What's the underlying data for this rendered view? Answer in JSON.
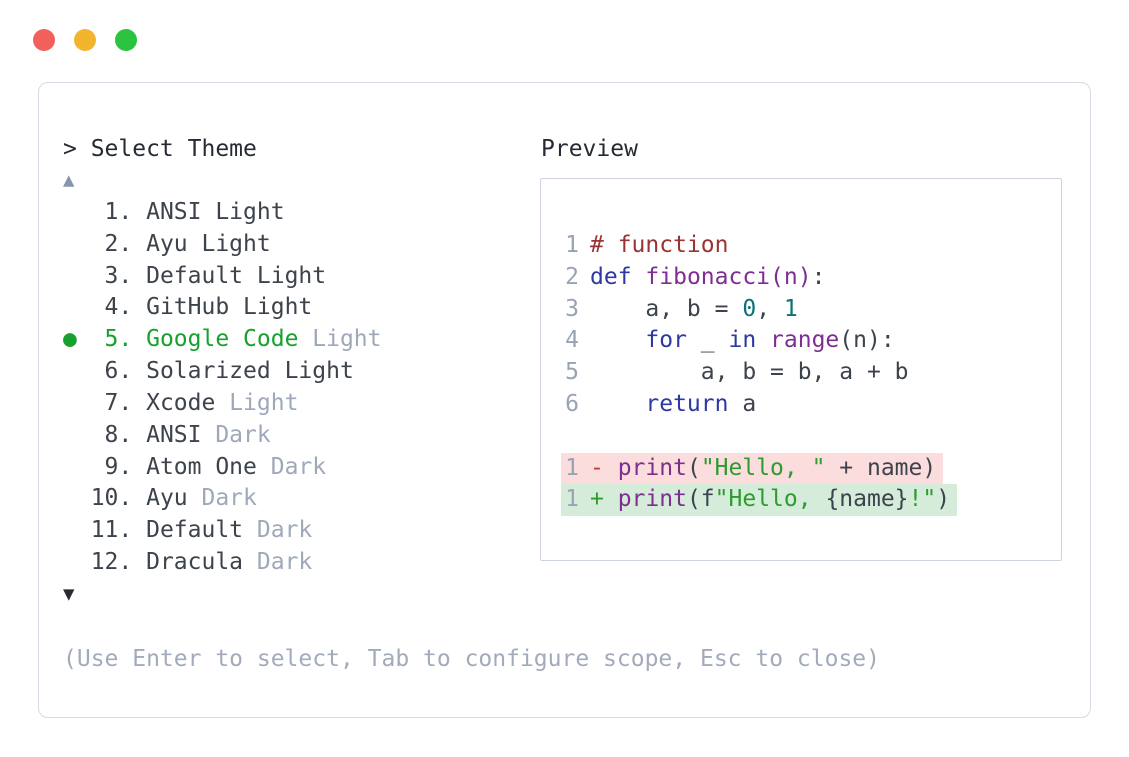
{
  "window": {
    "traffic_lights": [
      {
        "name": "close",
        "color": "#f1605b"
      },
      {
        "name": "minimize",
        "color": "#f3b42d"
      },
      {
        "name": "zoom",
        "color": "#2bc340"
      }
    ]
  },
  "prompt": {
    "label": "> Select Theme"
  },
  "theme_list": {
    "up_arrow": "▲",
    "down_arrow": "▼",
    "selected_marker": "●",
    "items": [
      {
        "number": 1,
        "name": "ANSI",
        "suffix": "Light",
        "suffix_muted": false,
        "selected": false
      },
      {
        "number": 2,
        "name": "Ayu",
        "suffix": "Light",
        "suffix_muted": false,
        "selected": false
      },
      {
        "number": 3,
        "name": "Default",
        "suffix": "Light",
        "suffix_muted": false,
        "selected": false
      },
      {
        "number": 4,
        "name": "GitHub",
        "suffix": "Light",
        "suffix_muted": false,
        "selected": false
      },
      {
        "number": 5,
        "name": "Google Code",
        "suffix": "Light",
        "suffix_muted": true,
        "selected": true
      },
      {
        "number": 6,
        "name": "Solarized",
        "suffix": "Light",
        "suffix_muted": false,
        "selected": false
      },
      {
        "number": 7,
        "name": "Xcode",
        "suffix": "Light",
        "suffix_muted": true,
        "selected": false
      },
      {
        "number": 8,
        "name": "ANSI",
        "suffix": "Dark",
        "suffix_muted": true,
        "selected": false
      },
      {
        "number": 9,
        "name": "Atom One",
        "suffix": "Dark",
        "suffix_muted": true,
        "selected": false
      },
      {
        "number": 10,
        "name": "Ayu",
        "suffix": "Dark",
        "suffix_muted": true,
        "selected": false
      },
      {
        "number": 11,
        "name": "Default",
        "suffix": "Dark",
        "suffix_muted": true,
        "selected": false
      },
      {
        "number": 12,
        "name": "Dracula",
        "suffix": "Dark",
        "suffix_muted": true,
        "selected": false
      }
    ]
  },
  "preview": {
    "label": "Preview",
    "code_lines": [
      {
        "num": "1",
        "diff": null,
        "tokens": [
          [
            "# function",
            "c"
          ]
        ]
      },
      {
        "num": "2",
        "diff": null,
        "tokens": [
          [
            "def",
            "k"
          ],
          [
            " ",
            "p"
          ],
          [
            "fibonacci(n)",
            "f"
          ],
          [
            ":",
            "p"
          ]
        ]
      },
      {
        "num": "3",
        "diff": null,
        "tokens": [
          [
            "    a, b = ",
            "p"
          ],
          [
            "0",
            "n"
          ],
          [
            ", ",
            "p"
          ],
          [
            "1",
            "n"
          ]
        ]
      },
      {
        "num": "4",
        "diff": null,
        "tokens": [
          [
            "    ",
            "p"
          ],
          [
            "for",
            "k"
          ],
          [
            " _ ",
            "p"
          ],
          [
            "in",
            "k"
          ],
          [
            " ",
            "p"
          ],
          [
            "range",
            "f"
          ],
          [
            "(n):",
            "p"
          ]
        ]
      },
      {
        "num": "5",
        "diff": null,
        "tokens": [
          [
            "        a, b = b, a + b",
            "p"
          ]
        ]
      },
      {
        "num": "6",
        "diff": null,
        "tokens": [
          [
            "    ",
            "p"
          ],
          [
            "return",
            "k"
          ],
          [
            " a",
            "p"
          ]
        ]
      },
      {
        "num": "",
        "diff": null,
        "tokens": []
      },
      {
        "num": "1",
        "diff": "removed",
        "tokens": [
          [
            "- ",
            "dm"
          ],
          [
            "print",
            "f"
          ],
          [
            "(",
            "p"
          ],
          [
            "\"Hello, \"",
            "s"
          ],
          [
            " + name)",
            "p"
          ]
        ]
      },
      {
        "num": "1",
        "diff": "added",
        "tokens": [
          [
            "+ ",
            "dp"
          ],
          [
            "print",
            "f"
          ],
          [
            "(f",
            "p"
          ],
          [
            "\"Hello, ",
            "s"
          ],
          [
            "{name}",
            "p"
          ],
          [
            "!\"",
            "s"
          ],
          [
            ")",
            "p"
          ]
        ]
      }
    ]
  },
  "footer": {
    "hint": "(Use Enter to select, Tab to configure scope, Esc to close)"
  },
  "colors": {
    "border-panel": "#d6dae2",
    "border-box": "#ced4de",
    "text-dark": "#262b33",
    "list-dark": "#3d434c",
    "muted": "#9fa8b9",
    "accent-green": "#18a02e",
    "arrow-up": "#8794a9",
    "arrow-down": "#262b33",
    "hint": "#a2abbc",
    "line-num": "#98a3b3",
    "code-plain": "#3d434c",
    "code-comment": "#9a3434",
    "code-keyword": "#2d38a3",
    "code-title": "#7e2e91",
    "code-number": "#0b7173",
    "code-string": "#2f9b2f",
    "diff-minus": "#c23b3b",
    "diff-plus": "#2f9b2f",
    "removed-bg": "#fbdddd",
    "added-bg": "#d5ecdb"
  }
}
